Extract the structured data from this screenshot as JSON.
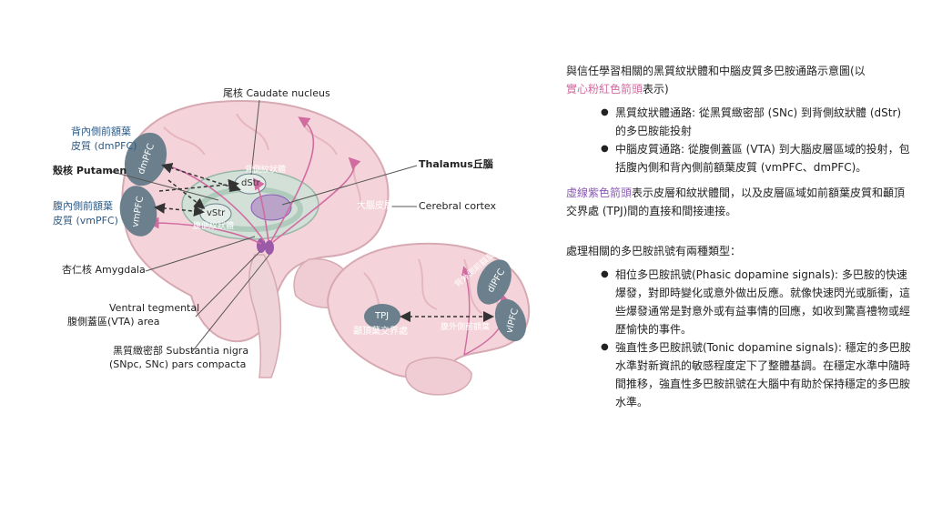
{
  "diagram": {
    "labels": {
      "caudate": "尾核 Caudate nucleus",
      "dmpfc_zh1": "背內側前額葉",
      "dmpfc_zh2": "皮質 (dmPFC)",
      "putamen": "殼核 Putamen",
      "vmpfc_zh1": "腹內側前額葉",
      "vmpfc_zh2": "皮質 (vmPFC)",
      "thalamus": "Thalamus丘腦",
      "cortex": "Cerebral cortex",
      "cortex_zh": "大腦皮層",
      "amygdala": "杏仁核 Amygdala",
      "vta_en": "Ventral tegmental",
      "vta_zh": "腹側蓋區(VTA) area",
      "snc_1": "黑質緻密部 Substantia nigra",
      "snc_2": "(SNpc, SNc) pars compacta",
      "dstr": "dStr",
      "vstr": "vStr",
      "dmpfc_oval": "dmPFC",
      "vmpfc_oval": "vmPFC",
      "tpj": "TPJ",
      "dlpfc": "dlPFC",
      "vlpfc": "vlPFC",
      "tpj_zh": "顳頂葉交界處",
      "dorsal_str_zh": "背側紋狀體",
      "ventral_str_zh": "腹側紋狀體",
      "dlpfc_zh": "背外側前額葉",
      "vlpfc_zh": "腹外側前額葉"
    },
    "colors": {
      "brain": "#f4d4da",
      "brain_outline": "#d7a9b2",
      "pfc_oval": "#6b808c",
      "striatum": "#cfe2d8",
      "pink_arrow": "#d16ba0",
      "purple_arrow": "#8a5ab4",
      "vta": "#9a5aa8"
    }
  },
  "text": {
    "intro_1": "與信任學習相關的黑質紋狀體和中腦皮質多巴胺通路示意圖(以",
    "intro_pink": "實心粉紅色箭頭",
    "intro_2": "表示)",
    "bullet_1": "黑質紋狀體通路: 從黑質緻密部 (SNc) 到背側紋狀體 (dStr) 的多巴胺能投射",
    "bullet_2": "中腦皮質通路: 從腹側蓋區 (VTA) 到大腦皮層區域的投射，包括腹內側和背內側前額葉皮質 (vmPFC、dmPFC)。",
    "dashed_purple": "虛線紫色箭頭",
    "dashed_rest": "表示皮層和紋狀體間，以及皮層區域如前額葉皮質和顳頂交界處 (TPJ)間的直接和間接連接。",
    "types_title": "處理相關的多巴胺訊號有兩種類型：",
    "type_1": "相位多巴胺訊號(Phasic dopamine signals): 多巴胺的快速爆發，對即時變化或意外做出反應。就像快速閃光或脈衝，這些爆發通常是對意外或有益事情的回應，如收到驚喜禮物或經歷愉快的事件。",
    "type_2": "強直性多巴胺訊號(Tonic dopamine signals): 穩定的多巴胺水準對新資訊的敏感程度定下了整體基調。在穩定水準中隨時間推移，強直性多巴胺訊號在大腦中有助於保持穩定的多巴胺水準。"
  }
}
